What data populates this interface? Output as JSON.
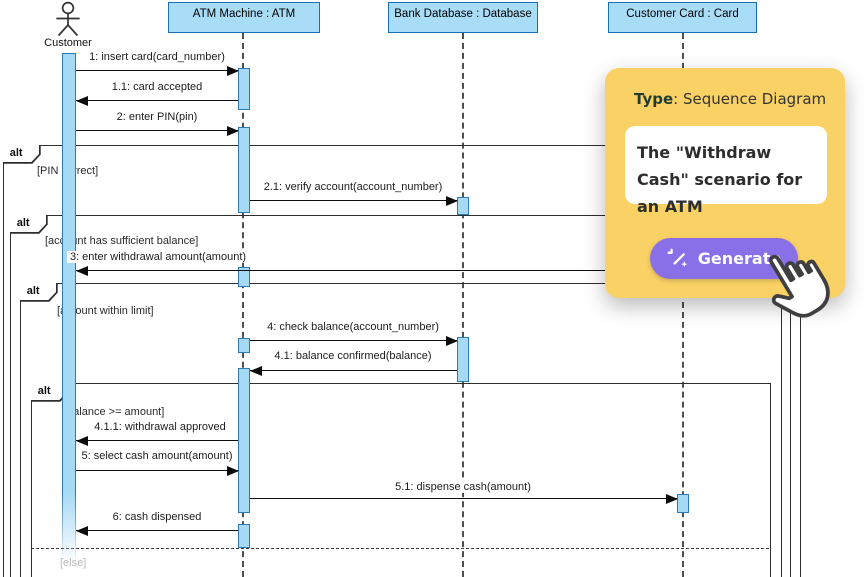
{
  "diagram": {
    "actor": {
      "name": "Customer"
    },
    "lifelines": [
      {
        "label": "ATM Machine : ATM"
      },
      {
        "label": "Bank Database : Database"
      },
      {
        "label": "Customer Card : Card"
      }
    ],
    "fragments": [
      {
        "operator": "alt",
        "guard": "[PIN correct]"
      },
      {
        "operator": "alt",
        "guard": "[account has sufficient balance]"
      },
      {
        "operator": "alt",
        "guard": "[amount within limit]"
      },
      {
        "operator": "alt",
        "guard": "[balance >= amount]",
        "else_label": "[else]"
      }
    ],
    "messages": [
      {
        "label": "1: insert card(card_number)",
        "direction": "right"
      },
      {
        "label": "1.1: card accepted",
        "direction": "left"
      },
      {
        "label": "2: enter PIN(pin)",
        "direction": "right"
      },
      {
        "label": "2.1: verify account(account_number)",
        "direction": "right"
      },
      {
        "label": "3: enter withdrawal amount(amount)",
        "direction": "left"
      },
      {
        "label": "4: check balance(account_number)",
        "direction": "right"
      },
      {
        "label": "4.1: balance confirmed(balance)",
        "direction": "left"
      },
      {
        "label": "4.1.1: withdrawal approved",
        "direction": "left"
      },
      {
        "label": "5: select cash amount(amount)",
        "direction": "right"
      },
      {
        "label": "5.1: dispense cash(amount)",
        "direction": "right"
      },
      {
        "label": "6: cash dispensed",
        "direction": "left"
      }
    ]
  },
  "overlay": {
    "type_label": "Type",
    "type_rest": ": Sequence Diagram",
    "description": "The \"Withdraw Cash\" scenario for an ATM",
    "generate_label": "Generate",
    "icons": [
      "magic-wand-icon",
      "cursor-hand-icon"
    ]
  },
  "colors": {
    "lifeline_fill": "#a9dcf7",
    "lifeline_border": "#1a6fb5",
    "activation_fill": "#a6d9f4",
    "activation_border": "#2d7ab8",
    "card_bg": "#f9d164",
    "button_bg": "#8a70e8",
    "button_text": "#ffffff"
  }
}
